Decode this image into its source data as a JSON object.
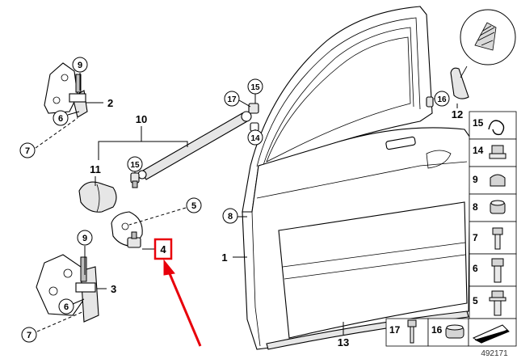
{
  "diagram": {
    "callouts": {
      "c1": "1",
      "c2": "2",
      "c3": "3",
      "c4": "4",
      "c5": "5",
      "c6a": "6",
      "c6b": "6",
      "c7a": "7",
      "c7b": "7",
      "c8": "8",
      "c9a": "9",
      "c9b": "9",
      "c10": "10",
      "c11": "11",
      "c12": "12",
      "c13": "13",
      "c14": "14",
      "c15": "15",
      "c15b": "15",
      "c16": "16",
      "c17": "17"
    },
    "legend": {
      "items": [
        "15",
        "14",
        "9",
        "8",
        "7",
        "6",
        "5"
      ],
      "bottom_items": [
        "17",
        "16"
      ]
    },
    "image_id": "492171"
  },
  "highlight": {
    "color": "#e8000b",
    "target": "4"
  }
}
